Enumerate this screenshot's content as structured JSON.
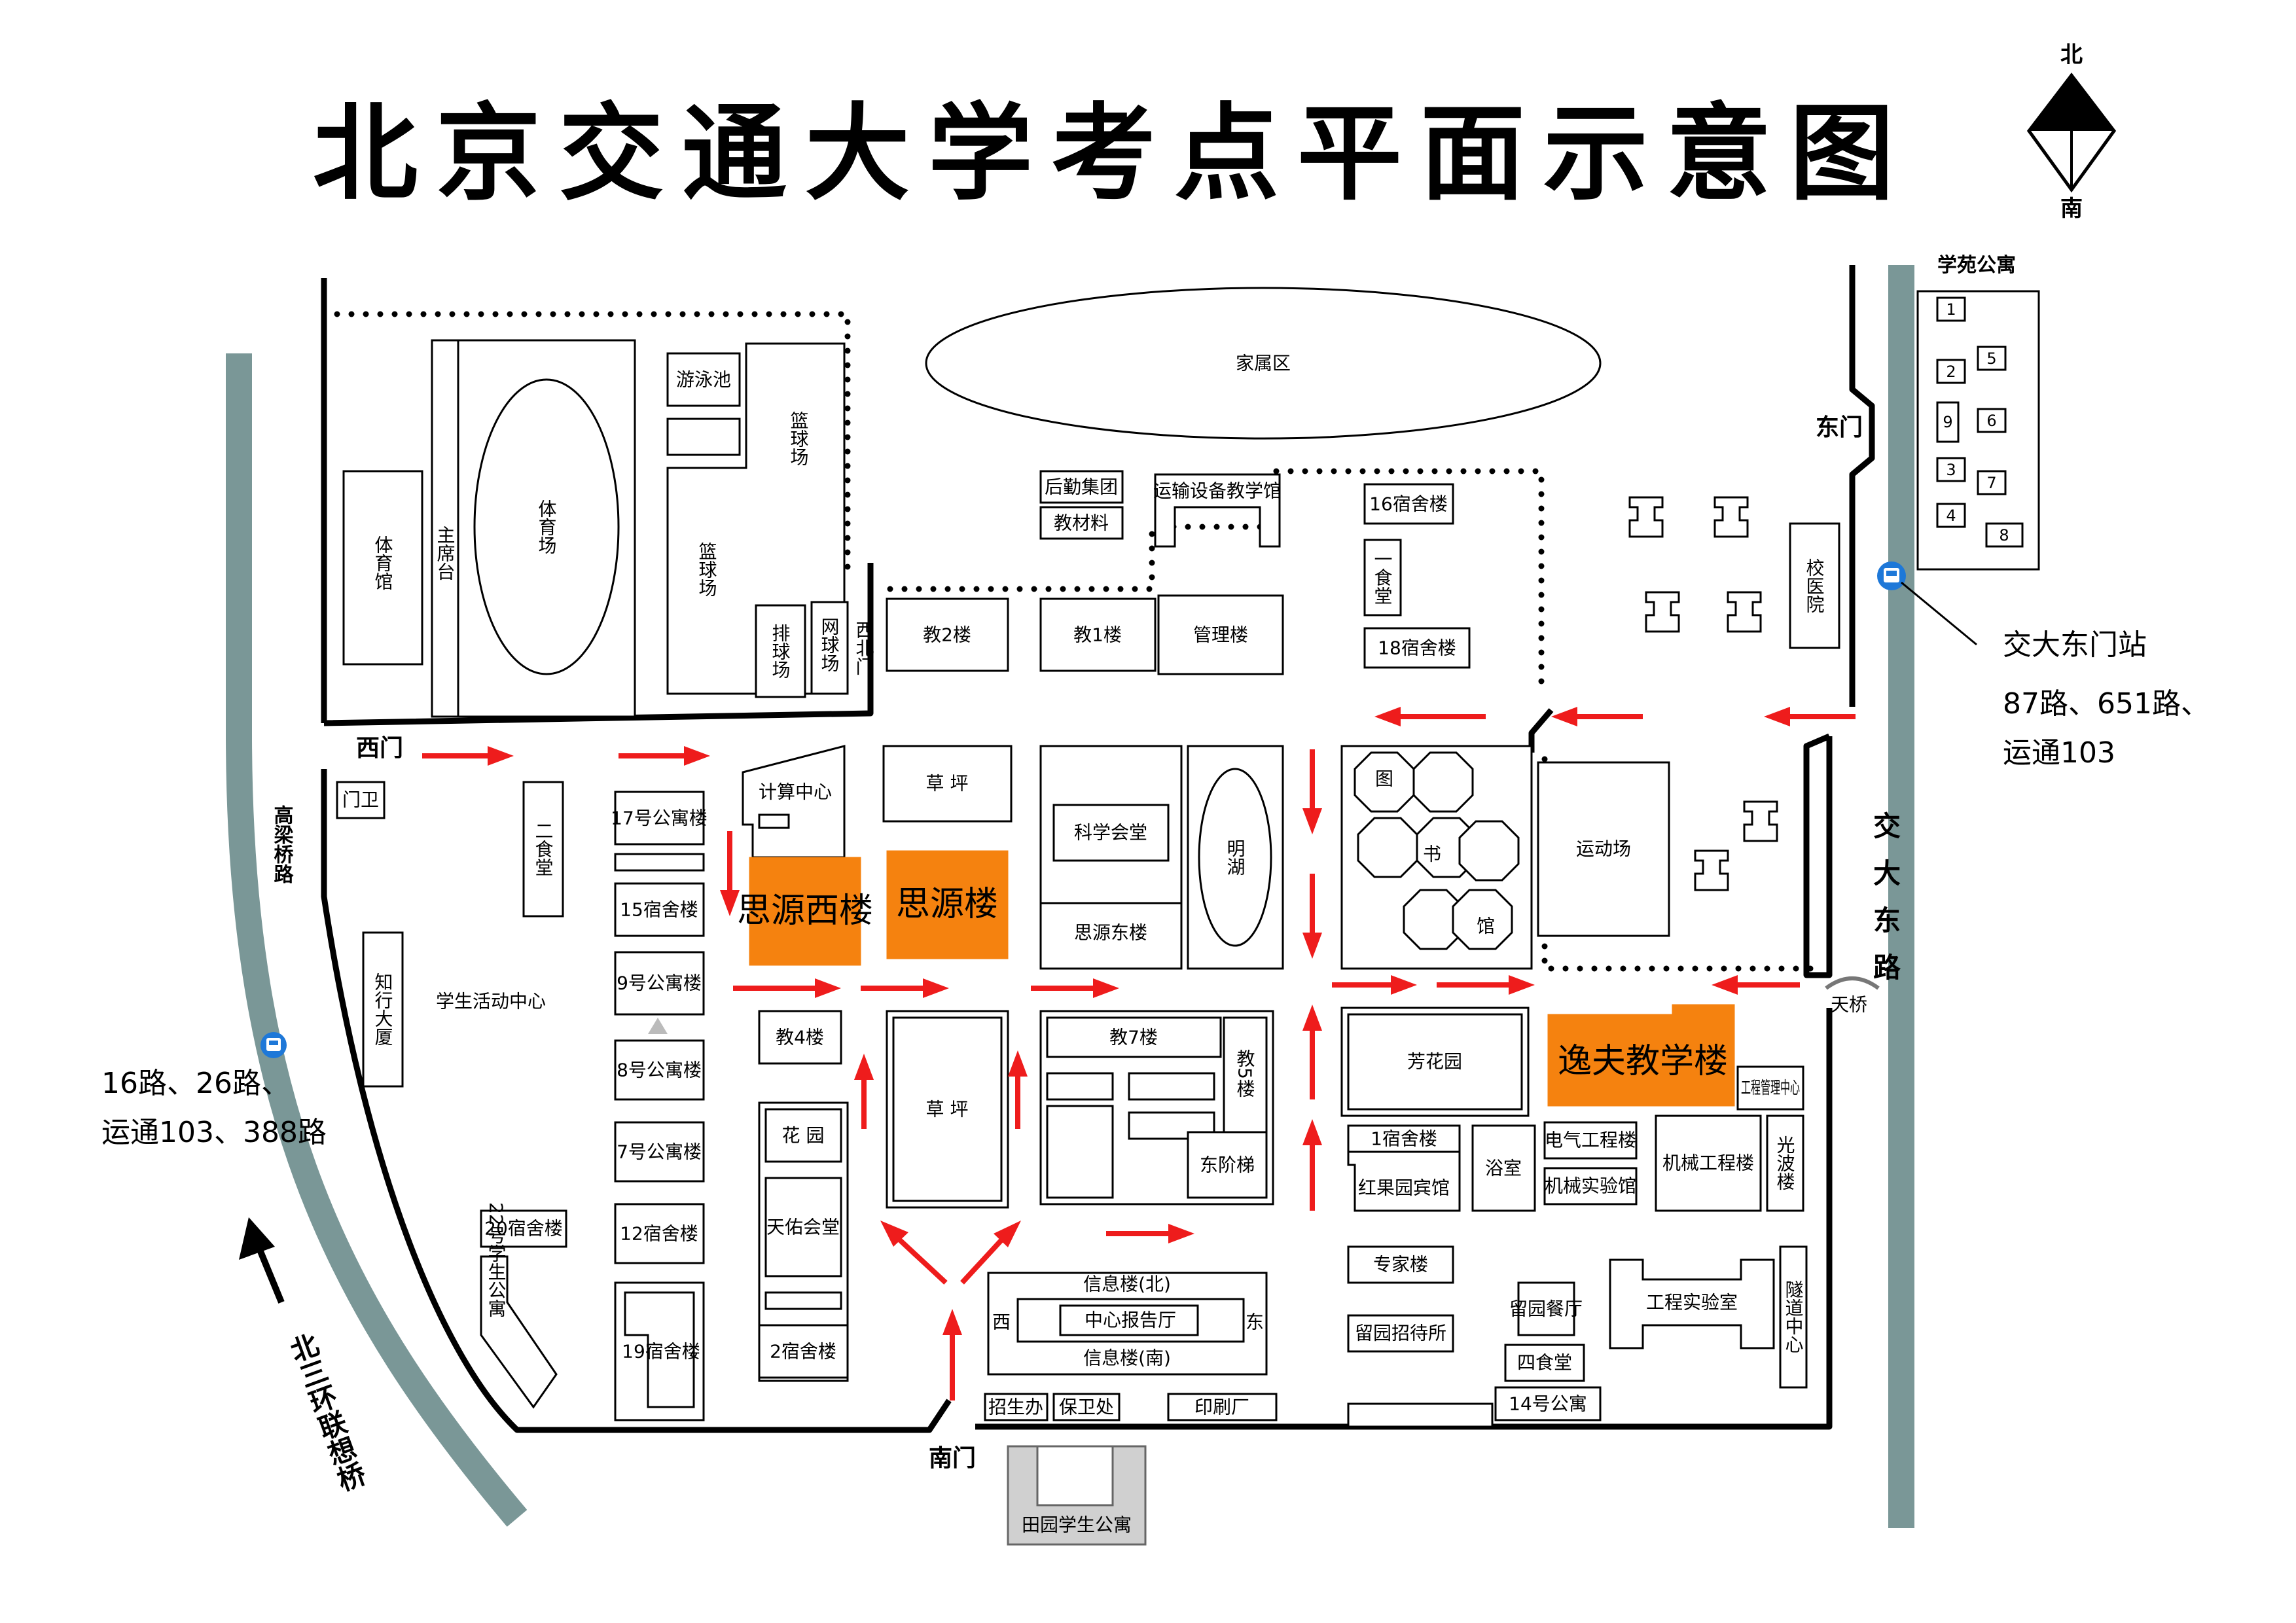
{
  "title": "北京交通大学考点平面示意图",
  "compass": {
    "north": "北",
    "south": "南"
  },
  "gates": {
    "west": "西门",
    "east": "东门",
    "south": "南门",
    "northwest": "西北门"
  },
  "roads": {
    "gaoliang": "高梁桥路",
    "jiaoda_east": "交大东路",
    "north_third_ring": "北三环联想桥",
    "skybridge": "天桥"
  },
  "bus": {
    "east_station": "交大东门站",
    "east_lines_1": "87路、651路、",
    "east_lines_2": "运通103",
    "west_lines_1": "16路、26路、",
    "west_lines_2": "运通103、388路"
  },
  "buildings": {
    "family_area": "家属区",
    "gym": "体育馆",
    "grandstand": "主席台",
    "stadium": "体育场",
    "pool": "游泳池",
    "basketball_1": "篮球场",
    "basketball_2": "篮球场",
    "volleyball": "排球场",
    "tennis": "网球场",
    "logistics": "后勤集团",
    "textbook": "教材料",
    "transport_hall": "运输设备教学馆",
    "dorm16": "16宿舍楼",
    "canteen1": "一食堂",
    "dorm18": "18宿舍楼",
    "jiao2": "教2楼",
    "jiao1": "教1楼",
    "admin": "管理楼",
    "xueyuan": "学苑公寓",
    "hospital": "校医院",
    "guard": "门卫",
    "canteen2": "二食堂",
    "zhixing": "知行大厦",
    "student_center": "学生活动中心",
    "dorm20": "20宿舍楼",
    "apt22": "22号学生公寓",
    "apt17": "17号公寓楼",
    "dorm15": "15宿舍楼",
    "apt9": "9号公寓楼",
    "apt8": "8号公寓楼",
    "apt7": "7号公寓楼",
    "dorm12": "12宿舍楼",
    "dorm19": "19宿舍楼",
    "computing": "计算中心",
    "siyuan_west": "思源西楼",
    "siyuan": "思源楼",
    "lawn_1": "草 坪",
    "lawn_2": "草 坪",
    "science_hall": "科学会堂",
    "siyuan_east": "思源东楼",
    "minghu": "明湖",
    "library_1": "图",
    "library_2": "书",
    "library_3": "馆",
    "sports_field": "运动场",
    "jiao4": "教4楼",
    "garden": "花 园",
    "tianyou": "天佑会堂",
    "dorm2": "2宿舍楼",
    "jiao7": "教7楼",
    "jiao5": "教5楼",
    "east_stair": "东阶梯",
    "fanghua": "芳花园",
    "dorm1": "1宿舍楼",
    "hongguo": "红果园宾馆",
    "bath": "浴室",
    "yifu": "逸夫教学楼",
    "eng_mgmt": "工程管理中心",
    "electrical": "电气工程楼",
    "mech_lab": "机械实验馆",
    "mechanical": "机械工程楼",
    "optical": "光波楼",
    "expert": "专家楼",
    "liuyuan_hotel": "留园招待所",
    "liuyuan_canteen": "留园餐厅",
    "canteen4": "四食堂",
    "apt14": "14号公寓",
    "eng_lab": "工程实验室",
    "tunnel": "隧道中心",
    "info_north": "信息楼(北)",
    "info_west": "西",
    "report_hall": "中心报告厅",
    "info_east": "东",
    "info_south": "信息楼(南)",
    "admissions": "招生办",
    "security": "保卫处",
    "printing": "印刷厂",
    "tianyuan": "田园学生公寓"
  },
  "xueyuan_units": [
    "1",
    "2",
    "5",
    "9",
    "6",
    "3",
    "7",
    "4",
    "8"
  ],
  "colors": {
    "highlight": "#f5820f",
    "arrow": "#ee1c1c",
    "road": "#7a9797",
    "bus_icon": "#1e78d8"
  }
}
